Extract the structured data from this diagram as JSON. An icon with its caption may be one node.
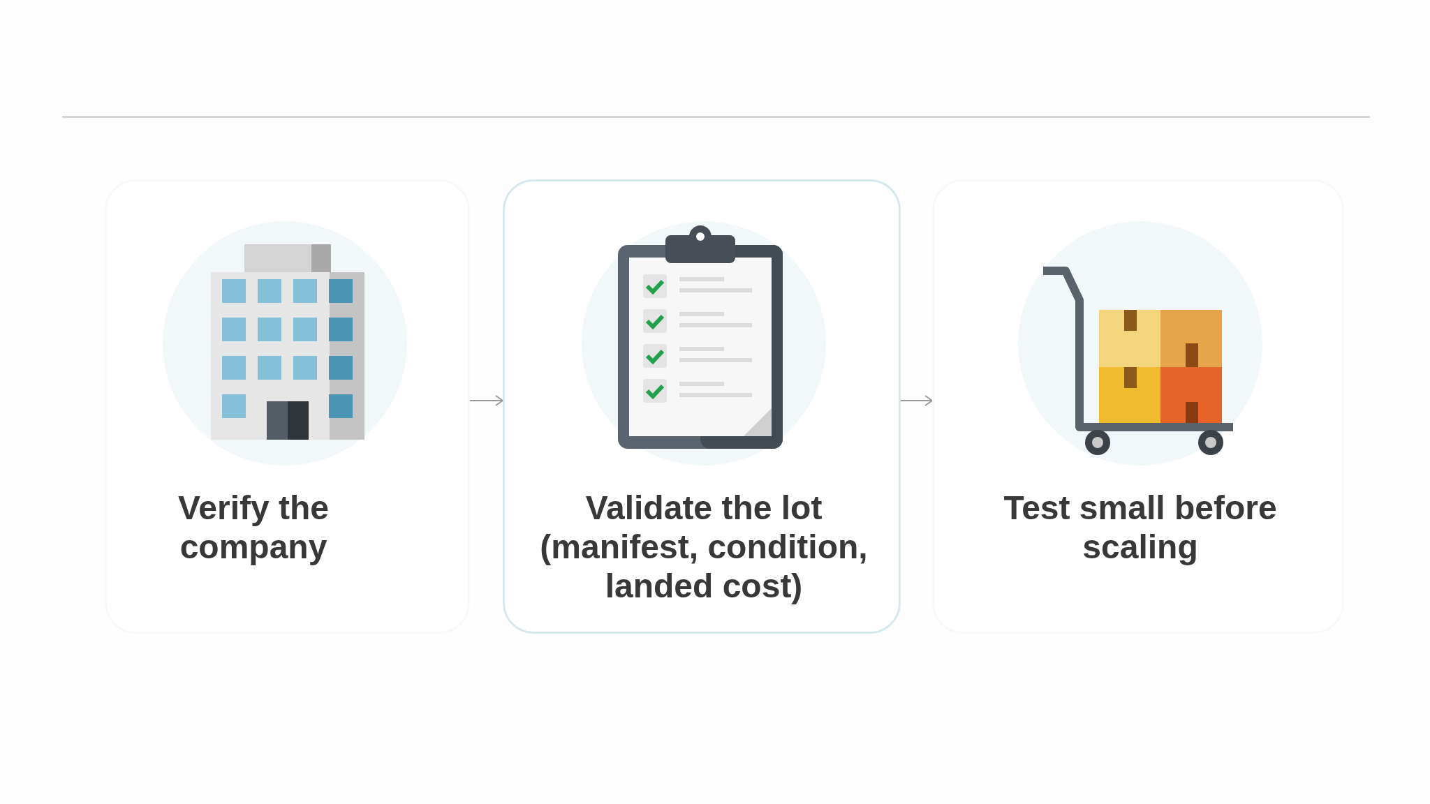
{
  "diagram": {
    "nodes": [
      {
        "text": [
          "Verify the company"
        ]
      },
      {
        "text": [
          "Validate the lot (manifest, condition, landed cost)"
        ]
      },
      {
        "text": [
          "Test small before scaling"
        ]
      }
    ],
    "edges": [
      {
        "from": 0,
        "to": 1,
        "arrow": "to"
      },
      {
        "from": 1,
        "to": 2,
        "arrow": "to"
      }
    ]
  }
}
